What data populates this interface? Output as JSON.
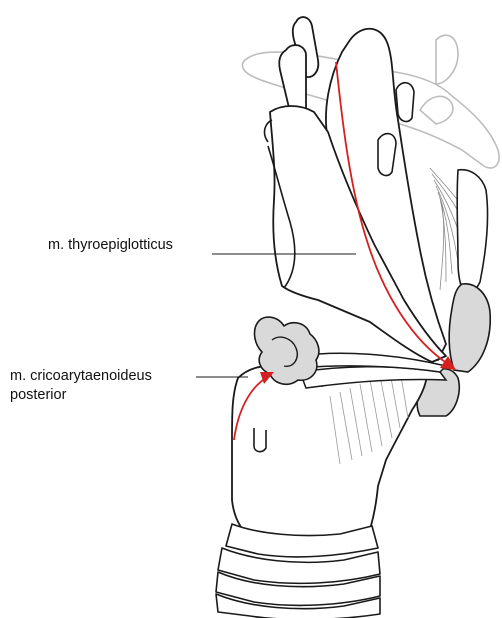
{
  "labels": {
    "thyroepiglotticus": "m. thyroepiglotticus",
    "cricoarytaenoideus_line1": "m. cricoarytaenoideus",
    "cricoarytaenoideus_line2": "posterior"
  },
  "colors": {
    "outline": "#1a1a1a",
    "faded_outline": "#bdbdbd",
    "muscle_path": "#d42020",
    "cartilage_fill": "#d9d9d9",
    "background": "#ffffff"
  }
}
